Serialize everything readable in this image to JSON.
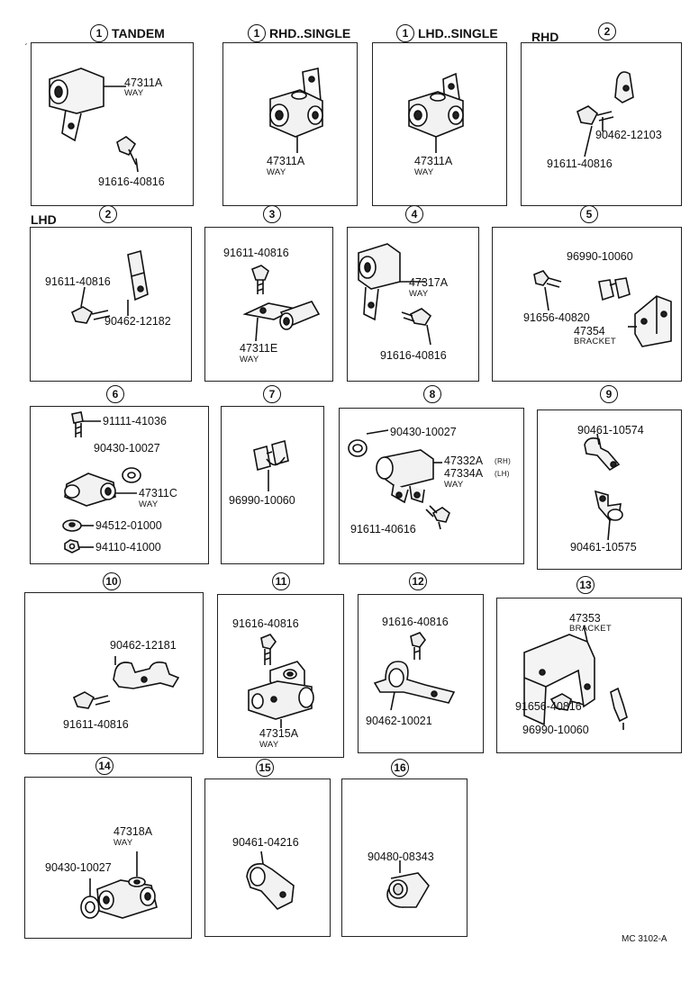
{
  "panels": [
    {
      "num": "1",
      "title": "TANDEM",
      "parts": [
        {
          "no": "47311A",
          "desc": "WAY"
        },
        {
          "no": "91616-40816"
        }
      ]
    },
    {
      "num": "1",
      "title": "RHD..SINGLE",
      "parts": [
        {
          "no": "47311A",
          "desc": "WAY"
        }
      ]
    },
    {
      "num": "1",
      "title": "LHD..SINGLE",
      "parts": [
        {
          "no": "47311A",
          "desc": "WAY"
        }
      ]
    },
    {
      "num": "2",
      "side": "RHD",
      "parts": [
        {
          "no": "90462-12103"
        },
        {
          "no": "91611-40816"
        }
      ]
    },
    {
      "num": "2",
      "side": "LHD",
      "parts": [
        {
          "no": "91611-40816"
        },
        {
          "no": "90462-12182"
        }
      ]
    },
    {
      "num": "3",
      "parts": [
        {
          "no": "91611-40816"
        },
        {
          "no": "47311E",
          "desc": "WAY"
        }
      ]
    },
    {
      "num": "4",
      "parts": [
        {
          "no": "47317A",
          "desc": "WAY"
        },
        {
          "no": "91616-40816"
        }
      ]
    },
    {
      "num": "5",
      "parts": [
        {
          "no": "96990-10060"
        },
        {
          "no": "91656-40820"
        },
        {
          "no": "47354",
          "desc": "BRACKET"
        }
      ]
    },
    {
      "num": "6",
      "parts": [
        {
          "no": "91111-41036"
        },
        {
          "no": "90430-10027"
        },
        {
          "no": "47311C",
          "desc": "WAY"
        },
        {
          "no": "94512-01000"
        },
        {
          "no": "94110-41000"
        }
      ]
    },
    {
      "num": "7",
      "parts": [
        {
          "no": "96990-10060"
        }
      ]
    },
    {
      "num": "8",
      "parts": [
        {
          "no": "90430-10027"
        },
        {
          "no": "47332A",
          "note": "(RH)"
        },
        {
          "no": "47334A",
          "note": "(LH)",
          "desc": "WAY"
        },
        {
          "no": "91611-40616"
        }
      ]
    },
    {
      "num": "9",
      "parts": [
        {
          "no": "90461-10574"
        },
        {
          "no": "90461-10575"
        }
      ]
    },
    {
      "num": "10",
      "parts": [
        {
          "no": "90462-12181"
        },
        {
          "no": "91611-40816"
        }
      ]
    },
    {
      "num": "11",
      "parts": [
        {
          "no": "91616-40816"
        },
        {
          "no": "47315A",
          "desc": "WAY"
        }
      ]
    },
    {
      "num": "12",
      "parts": [
        {
          "no": "91616-40816"
        },
        {
          "no": "90462-10021"
        }
      ]
    },
    {
      "num": "13",
      "parts": [
        {
          "no": "47353",
          "desc": "BRACKET"
        },
        {
          "no": "91656-40816"
        },
        {
          "no": "96990-10060"
        }
      ]
    },
    {
      "num": "14",
      "parts": [
        {
          "no": "47318A",
          "desc": "WAY"
        },
        {
          "no": "90430-10027"
        }
      ]
    },
    {
      "num": "15",
      "parts": [
        {
          "no": "90461-04216"
        }
      ]
    },
    {
      "num": "16",
      "parts": [
        {
          "no": "90480-08343"
        }
      ]
    }
  ],
  "corner_mark": "ˏ",
  "drawing_code": "MC 3102-A"
}
